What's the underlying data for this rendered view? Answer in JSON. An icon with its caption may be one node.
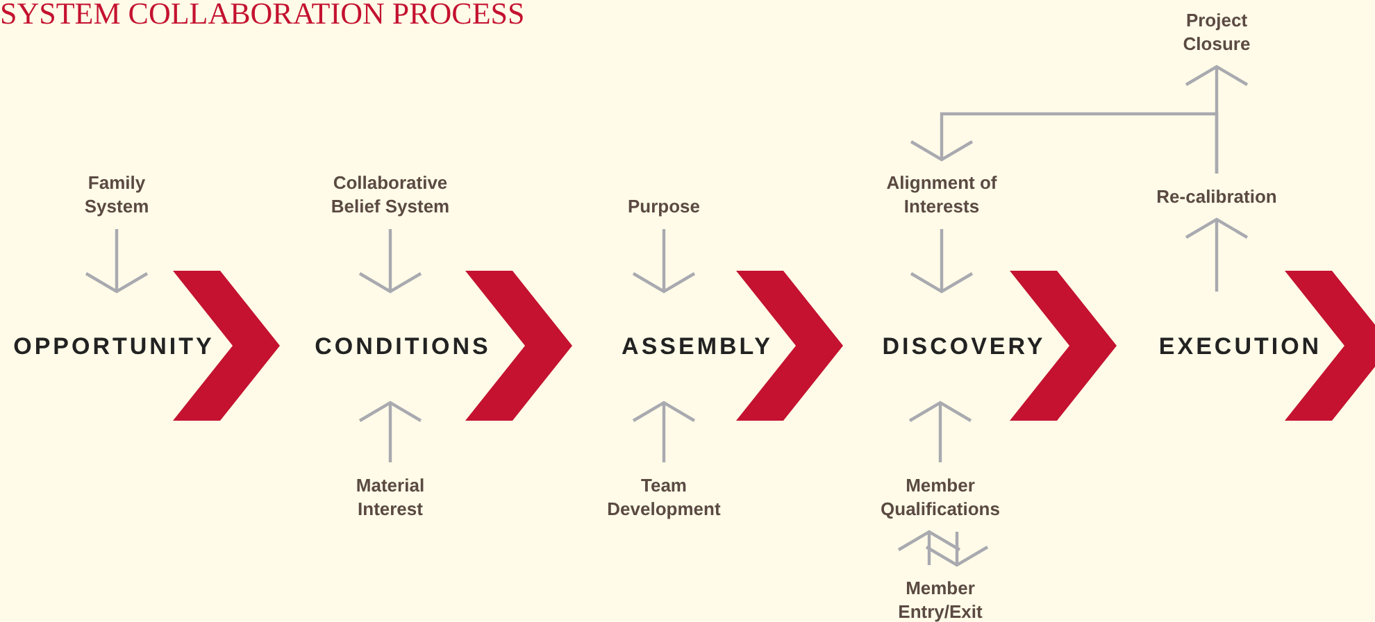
{
  "diagram": {
    "title": "SYSTEM COLLABORATION PROCESS",
    "nodes": [
      {
        "text": [
          "OPPORTUNITY"
        ]
      },
      {
        "text": [
          "CONDITIONS"
        ]
      },
      {
        "text": [
          "ASSEMBLY"
        ]
      },
      {
        "text": [
          "DISCOVERY"
        ]
      },
      {
        "text": [
          "EXECUTION"
        ]
      },
      {
        "text": [
          "Family System"
        ]
      },
      {
        "text": [
          "Collaborative Belief System"
        ]
      },
      {
        "text": [
          "Material Interest"
        ]
      },
      {
        "text": [
          "Purpose"
        ]
      },
      {
        "text": [
          "Team Development"
        ]
      },
      {
        "text": [
          "Alignment of Interests"
        ]
      },
      {
        "text": [
          "Member Qualifications"
        ]
      },
      {
        "text": [
          "Member Entry/Exit"
        ]
      },
      {
        "text": [
          "Re-calibration"
        ]
      },
      {
        "text": [
          "Project Closure"
        ]
      }
    ],
    "edges": [
      {
        "from": 0,
        "to": 1,
        "arrow": "to",
        "style": "thick",
        "color": "#c41230"
      },
      {
        "from": 1,
        "to": 2,
        "arrow": "to",
        "style": "thick",
        "color": "#c41230"
      },
      {
        "from": 2,
        "to": 3,
        "arrow": "to",
        "style": "thick",
        "color": "#c41230"
      },
      {
        "from": 3,
        "to": 4,
        "arrow": "to",
        "style": "thick",
        "color": "#c41230"
      },
      {
        "from": 4,
        "to": null,
        "arrow": "to",
        "style": "thick",
        "color": "#c41230"
      },
      {
        "from": 5,
        "to": 0,
        "arrow": "to"
      },
      {
        "from": 6,
        "to": 1,
        "arrow": "to"
      },
      {
        "from": 7,
        "to": 1,
        "arrow": "to"
      },
      {
        "from": 8,
        "to": 2,
        "arrow": "to"
      },
      {
        "from": 9,
        "to": 2,
        "arrow": "to"
      },
      {
        "from": 10,
        "to": 3,
        "arrow": "to"
      },
      {
        "from": 11,
        "to": 3,
        "arrow": "to"
      },
      {
        "from": 12,
        "to": 11,
        "arrow": "to"
      },
      {
        "from": 11,
        "to": 12,
        "arrow": "to"
      },
      {
        "from": 4,
        "to": 13,
        "arrow": "to"
      },
      {
        "from": 13,
        "to": 14,
        "arrow": "to"
      },
      {
        "from": 13,
        "to": 10,
        "arrow": "to"
      }
    ]
  }
}
